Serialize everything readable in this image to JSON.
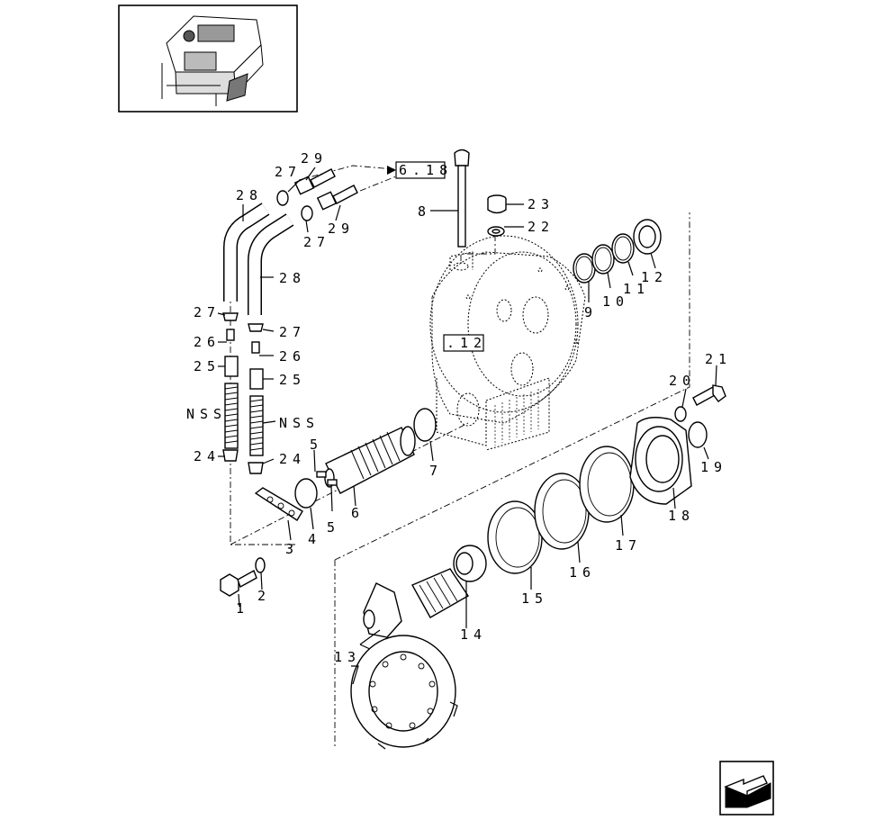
{
  "callouts": [
    {
      "id": "c1",
      "text": "1"
    },
    {
      "id": "c2",
      "text": "2"
    },
    {
      "id": "c3",
      "text": "3"
    },
    {
      "id": "c4",
      "text": "4"
    },
    {
      "id": "c5a",
      "text": "5"
    },
    {
      "id": "c5b",
      "text": "5"
    },
    {
      "id": "c6",
      "text": "6"
    },
    {
      "id": "c7",
      "text": "7"
    },
    {
      "id": "c8",
      "text": "8"
    },
    {
      "id": "c9",
      "text": "9"
    },
    {
      "id": "c10",
      "text": "10"
    },
    {
      "id": "c11",
      "text": "11"
    },
    {
      "id": "c12",
      "text": "12"
    },
    {
      "id": "c13",
      "text": "13"
    },
    {
      "id": "c14",
      "text": "14"
    },
    {
      "id": "c15",
      "text": "15"
    },
    {
      "id": "c16",
      "text": "16"
    },
    {
      "id": "c17",
      "text": "17"
    },
    {
      "id": "c18",
      "text": "18"
    },
    {
      "id": "c19",
      "text": "19"
    },
    {
      "id": "c20",
      "text": "20"
    },
    {
      "id": "c21",
      "text": "21"
    },
    {
      "id": "c22",
      "text": "22"
    },
    {
      "id": "c23",
      "text": "23"
    },
    {
      "id": "c24a",
      "text": "24"
    },
    {
      "id": "c24b",
      "text": "24"
    },
    {
      "id": "c25a",
      "text": "25"
    },
    {
      "id": "c25b",
      "text": "25"
    },
    {
      "id": "c26a",
      "text": "26"
    },
    {
      "id": "c26b",
      "text": "26"
    },
    {
      "id": "c27a",
      "text": "27"
    },
    {
      "id": "c27b",
      "text": "27"
    },
    {
      "id": "c27c",
      "text": "27"
    },
    {
      "id": "c27d",
      "text": "27"
    },
    {
      "id": "c28a",
      "text": "28"
    },
    {
      "id": "c28b",
      "text": "28"
    },
    {
      "id": "c29a",
      "text": "29"
    },
    {
      "id": "c29b",
      "text": "29"
    },
    {
      "id": "nssa",
      "text": "NSS"
    },
    {
      "id": "nssb",
      "text": "NSS"
    }
  ],
  "references": [
    {
      "id": "ref1",
      "text": "6.18"
    },
    {
      "id": "ref2",
      "text": ".12"
    }
  ],
  "icons": {
    "thumbnail": "tractor-thumbnail-icon",
    "nav": "next-page-arrow-icon"
  }
}
